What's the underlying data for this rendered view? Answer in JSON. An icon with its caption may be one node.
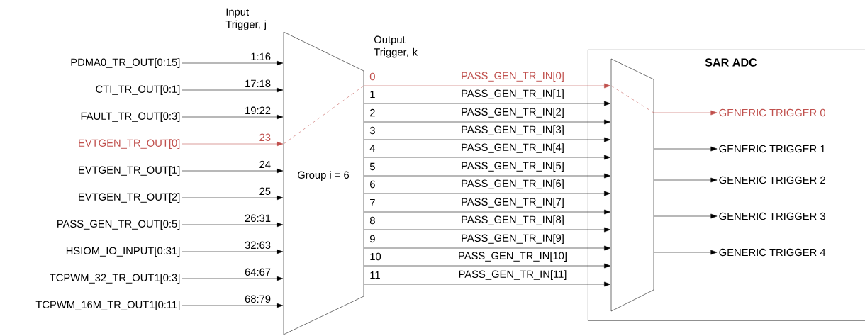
{
  "diagram": {
    "nodes": [
      {
        "text": [
          "PDMA0_TR_OUT[0:15]"
        ]
      },
      {
        "text": [
          "CTI_TR_OUT[0:1]"
        ]
      },
      {
        "text": [
          "FAULT_TR_OUT[0:3]"
        ]
      },
      {
        "text": [
          "EVTGEN_TR_OUT[0]"
        ]
      },
      {
        "text": [
          "EVTGEN_TR_OUT[1]"
        ]
      },
      {
        "text": [
          "EVTGEN_TR_OUT[2]"
        ]
      },
      {
        "text": [
          "PASS_GEN_TR_OUT[0:5]"
        ]
      },
      {
        "text": [
          "HSIOM_IO_INPUT[0:31]"
        ]
      },
      {
        "text": [
          "TCPWM_32_TR_OUT1[0:3]"
        ]
      },
      {
        "text": [
          "TCPWM_16M_TR_OUT1[0:11]"
        ]
      },
      {
        "text": [
          "Group i = 6"
        ]
      },
      {
        "text": [
          "SAR ADC"
        ]
      },
      {
        "text": [],
        "shape": "trapezoid",
        "in": 11
      },
      {
        "text": [
          "GENERIC TRIGGER 0"
        ],
        "in": 11
      },
      {
        "text": [
          "GENERIC TRIGGER 1"
        ],
        "in": 11
      },
      {
        "text": [
          "GENERIC TRIGGER 2"
        ],
        "in": 11
      },
      {
        "text": [
          "GENERIC TRIGGER 3"
        ],
        "in": 11
      },
      {
        "text": [
          "GENERIC TRIGGER 4"
        ],
        "in": 11
      }
    ],
    "edges": [
      {
        "from": 0,
        "to": 10,
        "arrow": "to",
        "label": "1:16"
      },
      {
        "from": 1,
        "to": 10,
        "arrow": "to",
        "label": "17:18"
      },
      {
        "from": 2,
        "to": 10,
        "arrow": "to",
        "label": "19:22"
      },
      {
        "from": 3,
        "to": 10,
        "arrow": "to",
        "label": "23",
        "color": "#c0504d"
      },
      {
        "from": 4,
        "to": 10,
        "arrow": "to",
        "label": "24"
      },
      {
        "from": 5,
        "to": 10,
        "arrow": "to",
        "label": "25"
      },
      {
        "from": 6,
        "to": 10,
        "arrow": "to",
        "label": "26:31"
      },
      {
        "from": 7,
        "to": 10,
        "arrow": "to",
        "label": "32:63"
      },
      {
        "from": 8,
        "to": 10,
        "arrow": "to",
        "label": "64:67"
      },
      {
        "from": 9,
        "to": 10,
        "arrow": "to",
        "label": "68:79"
      },
      {
        "from": 10,
        "to": 12,
        "arrow": "to",
        "label": "PASS_GEN_TR_IN[0]",
        "color": "#c0504d"
      },
      {
        "from": 10,
        "to": 12,
        "arrow": "to",
        "label": "PASS_GEN_TR_IN[1]"
      },
      {
        "from": 10,
        "to": 12,
        "arrow": "to",
        "label": "PASS_GEN_TR_IN[2]"
      },
      {
        "from": 10,
        "to": 12,
        "arrow": "to",
        "label": "PASS_GEN_TR_IN[3]"
      },
      {
        "from": 10,
        "to": 12,
        "arrow": "to",
        "label": "PASS_GEN_TR_IN[4]"
      },
      {
        "from": 10,
        "to": 12,
        "arrow": "to",
        "label": "PASS_GEN_TR_IN[5]"
      },
      {
        "from": 10,
        "to": 12,
        "arrow": "to",
        "label": "PASS_GEN_TR_IN[6]"
      },
      {
        "from": 10,
        "to": 12,
        "arrow": "to",
        "label": "PASS_GEN_TR_IN[7]"
      },
      {
        "from": 10,
        "to": 12,
        "arrow": "to",
        "label": "PASS_GEN_TR_IN[8]"
      },
      {
        "from": 10,
        "to": 12,
        "arrow": "to",
        "label": "PASS_GEN_TR_IN[9]"
      },
      {
        "from": 10,
        "to": 12,
        "arrow": "to",
        "label": "PASS_GEN_TR_IN[10]"
      },
      {
        "from": 10,
        "to": 12,
        "arrow": "to",
        "label": "PASS_GEN_TR_IN[11]"
      },
      {
        "from": 12,
        "to": 13,
        "arrow": "to",
        "color": "#c0504d"
      },
      {
        "from": 12,
        "to": 14,
        "arrow": "to"
      },
      {
        "from": 12,
        "to": 15,
        "arrow": "to"
      },
      {
        "from": 12,
        "to": 16,
        "arrow": "to"
      },
      {
        "from": 12,
        "to": 17,
        "arrow": "to"
      }
    ],
    "labels": [
      "Input Trigger, j",
      "Output Trigger, k",
      "0",
      "1",
      "2",
      "3",
      "4",
      "5",
      "6",
      "7",
      "8",
      "9",
      "10",
      "11"
    ]
  }
}
